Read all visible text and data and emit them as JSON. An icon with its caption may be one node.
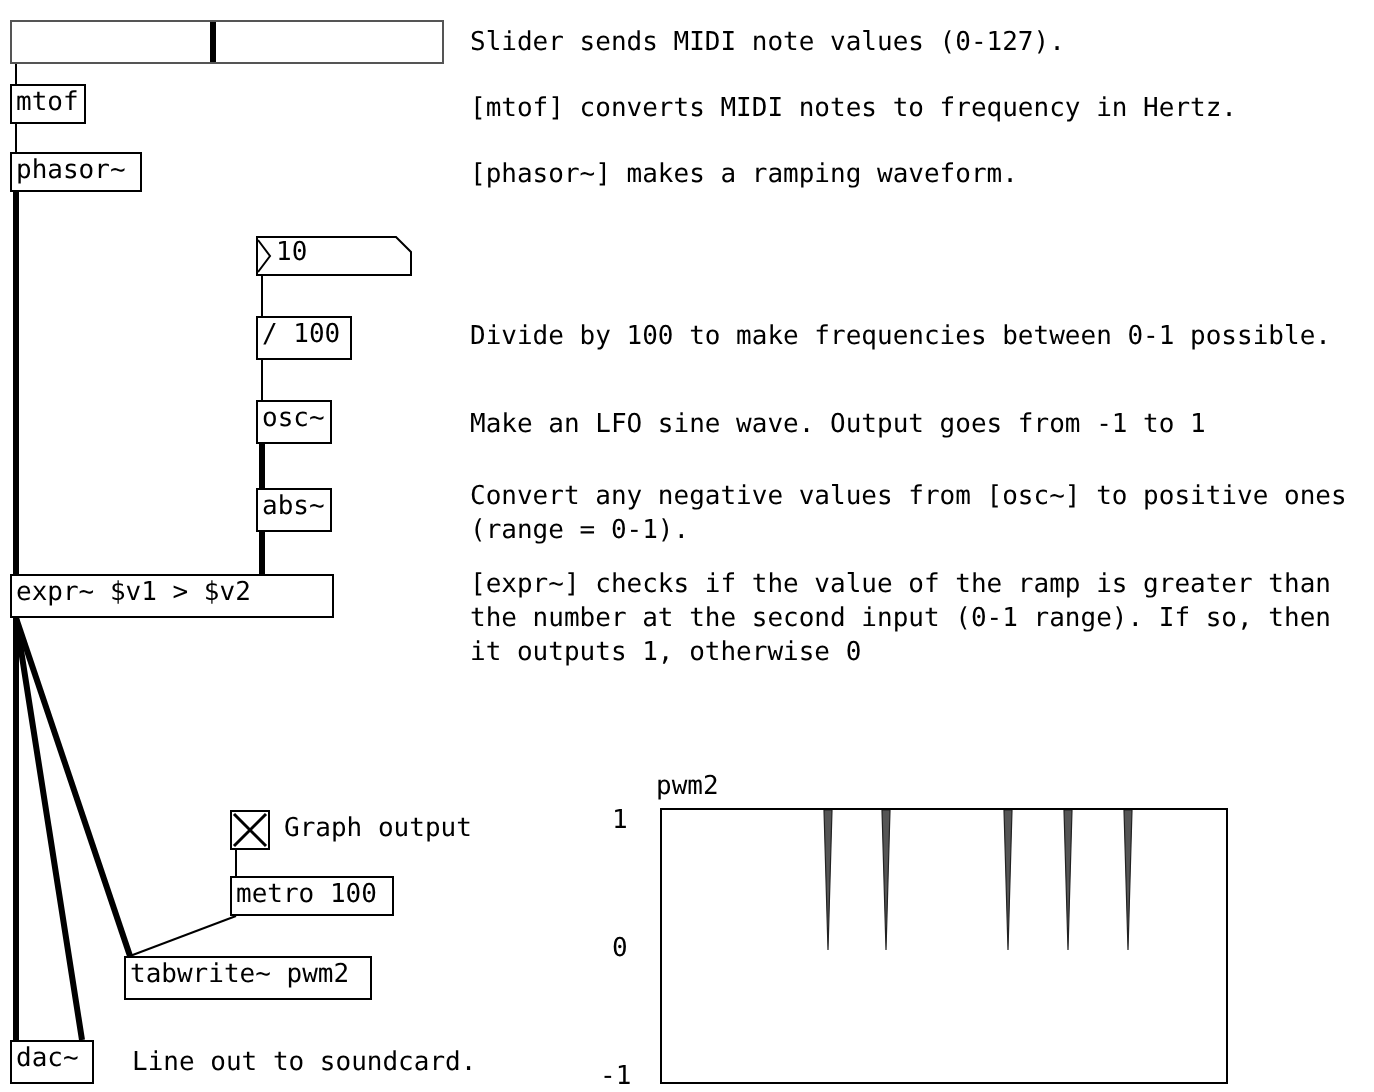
{
  "diagram": {
    "nodes": [
      {
        "text": [],
        "shape": "bar",
        "beside": [
          "Slider sends MIDI note values (0-127)."
        ]
      },
      {
        "text": [
          "mtof"
        ]
      },
      {
        "text": [
          "phasor~"
        ]
      },
      {
        "text": [
          "10"
        ]
      },
      {
        "text": [
          "/ 100"
        ]
      },
      {
        "text": [
          "osc~"
        ]
      },
      {
        "text": [
          "abs~"
        ]
      },
      {
        "text": [
          "expr~ $v1 > $v2"
        ]
      },
      {
        "text": [],
        "shape": "box",
        "beside": [
          "Graph output"
        ]
      },
      {
        "text": [
          "metro 100"
        ]
      },
      {
        "text": [
          "tabwrite~ pwm2"
        ]
      },
      {
        "text": [
          "dac~"
        ],
        "beside": [
          "Line out to soundcard."
        ]
      },
      {
        "text": [
          "pwm2"
        ]
      }
    ],
    "edges": [
      {
        "from": 0,
        "to": 1,
        "arrow": "none"
      },
      {
        "from": 1,
        "to": 2,
        "arrow": "none"
      },
      {
        "from": 2,
        "to": 7,
        "arrow": "none",
        "style": "thick"
      },
      {
        "from": 3,
        "to": 4,
        "arrow": "none"
      },
      {
        "from": 4,
        "to": 5,
        "arrow": "none"
      },
      {
        "from": 5,
        "to": 6,
        "arrow": "none",
        "style": "thick"
      },
      {
        "from": 6,
        "to": 7,
        "arrow": "none",
        "style": "thick"
      },
      {
        "from": 7,
        "to": 11,
        "arrow": "none",
        "style": "thick"
      },
      {
        "from": 7,
        "to": 11,
        "arrow": "none",
        "style": "thick"
      },
      {
        "from": 7,
        "to": 10,
        "arrow": "none",
        "style": "thick"
      },
      {
        "from": 8,
        "to": 9,
        "arrow": "none"
      },
      {
        "from": 9,
        "to": 10,
        "arrow": "none"
      }
    ],
    "labels": [
      "[mtof] converts MIDI notes to frequency in Hertz.",
      "[phasor~] makes a ramping waveform.",
      "Divide by 100 to make frequencies between 0-1 possible.",
      "Make an LFO sine wave. Output goes from -1 to 1",
      "Convert any negative values from [osc~] to positive ones (range = 0-1).",
      "[expr~] checks if the value of the ramp is greater than the number at the second input (0-1 range). If so, then it outputs 1, otherwise 0",
      "1",
      "0",
      "-1"
    ]
  }
}
